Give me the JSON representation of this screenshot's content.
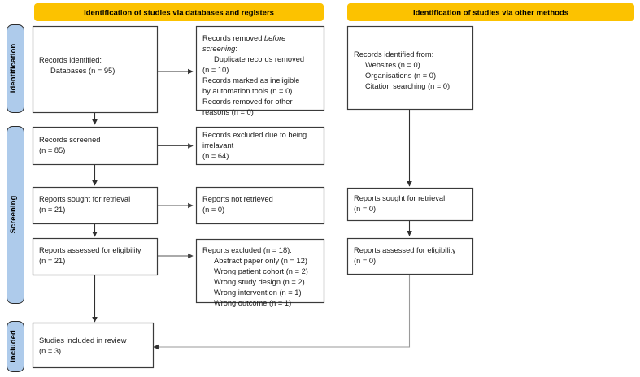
{
  "diagram": {
    "title": "PRISMA 2020 flow diagram",
    "colors": {
      "header_yellow": "#fcc200",
      "phase_blue": "#aecbeb",
      "box_border": "#3a3a3a",
      "connector": "#555555",
      "text": "#1a1a1a",
      "background": "#ffffff"
    }
  },
  "phases": [
    {
      "key": "identification",
      "label": "Identification"
    },
    {
      "key": "screening",
      "label": "Screening"
    },
    {
      "key": "included",
      "label": "Included"
    }
  ],
  "headers": [
    {
      "key": "databases",
      "label": "Identification of studies via databases and registers"
    },
    {
      "key": "other",
      "label": "Identification of studies via other methods"
    }
  ],
  "boxes": {
    "records_identified": {
      "name": "Records identified",
      "lines": [
        {
          "text": "Records identified:",
          "indent": 0
        },
        {
          "text": "Databases (n = 95)",
          "indent": 1
        }
      ]
    },
    "records_removed": {
      "name": "Records removed before screening",
      "lines": [
        {
          "text": "Records removed ",
          "italic_tail": "before",
          "indent": 0
        },
        {
          "text": "screening",
          "italic_head": true,
          "suffix": ":",
          "indent": 0
        },
        {
          "text": "Duplicate records removed",
          "indent": 1
        },
        {
          "text": "(n = 10)",
          "indent": 0
        },
        {
          "text": "Records marked as ineligible",
          "indent": 0
        },
        {
          "text": "by automation tools (n = 0)",
          "indent": 0
        },
        {
          "text": "Records removed for other",
          "indent": 0
        },
        {
          "text": "reasons (n = 0)",
          "indent": 0
        }
      ]
    },
    "records_screened": {
      "name": "Records screened",
      "lines": [
        {
          "text": "Records screened",
          "indent": 0
        },
        {
          "text": "(n = 85)",
          "indent": 0
        }
      ]
    },
    "records_excluded": {
      "name": "Records excluded due to being irrelavant",
      "lines": [
        {
          "text": "Records excluded due to being",
          "indent": 0
        },
        {
          "text": "irrelavant",
          "indent": 0
        },
        {
          "text": "(n = 64)",
          "indent": 0
        }
      ]
    },
    "reports_sought_left": {
      "name": "Reports sought for retrieval (databases)",
      "lines": [
        {
          "text": "Reports sought for retrieval",
          "indent": 0
        },
        {
          "text": "(n = 21)",
          "indent": 0
        }
      ]
    },
    "reports_not_retrieved": {
      "name": "Reports not retrieved",
      "lines": [
        {
          "text": "Reports not retrieved",
          "indent": 0
        },
        {
          "text": "(n = 0)",
          "indent": 0
        }
      ]
    },
    "reports_assessed_left": {
      "name": "Reports assessed for eligibility (databases)",
      "lines": [
        {
          "text": "Reports assessed for eligibility",
          "indent": 0
        },
        {
          "text": "(n = 21)",
          "indent": 0
        }
      ]
    },
    "reports_excluded": {
      "name": "Reports excluded with reasons",
      "lines": [
        {
          "text": "Reports excluded (n = 18):",
          "indent": 0
        },
        {
          "text": "Abstract paper only (n = 12)",
          "indent": 1
        },
        {
          "text": "Wrong patient cohort (n = 2)",
          "indent": 1
        },
        {
          "text": "Wrong study design (n = 2)",
          "indent": 1
        },
        {
          "text": "Wrong intervention (n = 1)",
          "indent": 1
        },
        {
          "text": "Wrong outcome (n = 1)",
          "indent": 1
        }
      ]
    },
    "records_identified_other": {
      "name": "Records identified from other methods",
      "lines": [
        {
          "text": "Records identified from:",
          "indent": 0
        },
        {
          "text": "Websites (n = 0)",
          "indent": 1
        },
        {
          "text": "Organisations (n = 0)",
          "indent": 1
        },
        {
          "text": "Citation searching (n = 0)",
          "indent": 1
        }
      ]
    },
    "reports_sought_right": {
      "name": "Reports sought for retrieval (other)",
      "lines": [
        {
          "text": "Reports sought for retrieval",
          "indent": 0
        },
        {
          "text": "(n = 0)",
          "indent": 0
        }
      ]
    },
    "reports_assessed_right": {
      "name": "Reports assessed for eligibility (other)",
      "lines": [
        {
          "text": "Reports assessed for eligibility",
          "indent": 0
        },
        {
          "text": "(n = 0)",
          "indent": 0
        }
      ]
    },
    "studies_included": {
      "name": "Studies included in review",
      "lines": [
        {
          "text": "Studies included in review",
          "indent": 0
        },
        {
          "text": "(n = 3)",
          "indent": 0
        }
      ]
    }
  },
  "counts": {
    "records_identified_databases": 95,
    "duplicate_records_removed": 10,
    "records_marked_ineligible_automation": 0,
    "records_removed_other_reasons": 0,
    "records_screened": 85,
    "records_excluded_irrelevant": 64,
    "reports_sought_retrieval": 21,
    "reports_not_retrieved": 0,
    "reports_assessed_eligibility": 21,
    "reports_excluded_total": 18,
    "reports_excluded_abstract_only": 12,
    "reports_excluded_wrong_patient_cohort": 2,
    "reports_excluded_wrong_study_design": 2,
    "reports_excluded_wrong_intervention": 1,
    "reports_excluded_wrong_outcome": 1,
    "records_identified_websites": 0,
    "records_identified_organisations": 0,
    "records_identified_citation_searching": 0,
    "reports_sought_retrieval_other": 0,
    "reports_assessed_eligibility_other": 0,
    "studies_included_in_review": 3
  }
}
